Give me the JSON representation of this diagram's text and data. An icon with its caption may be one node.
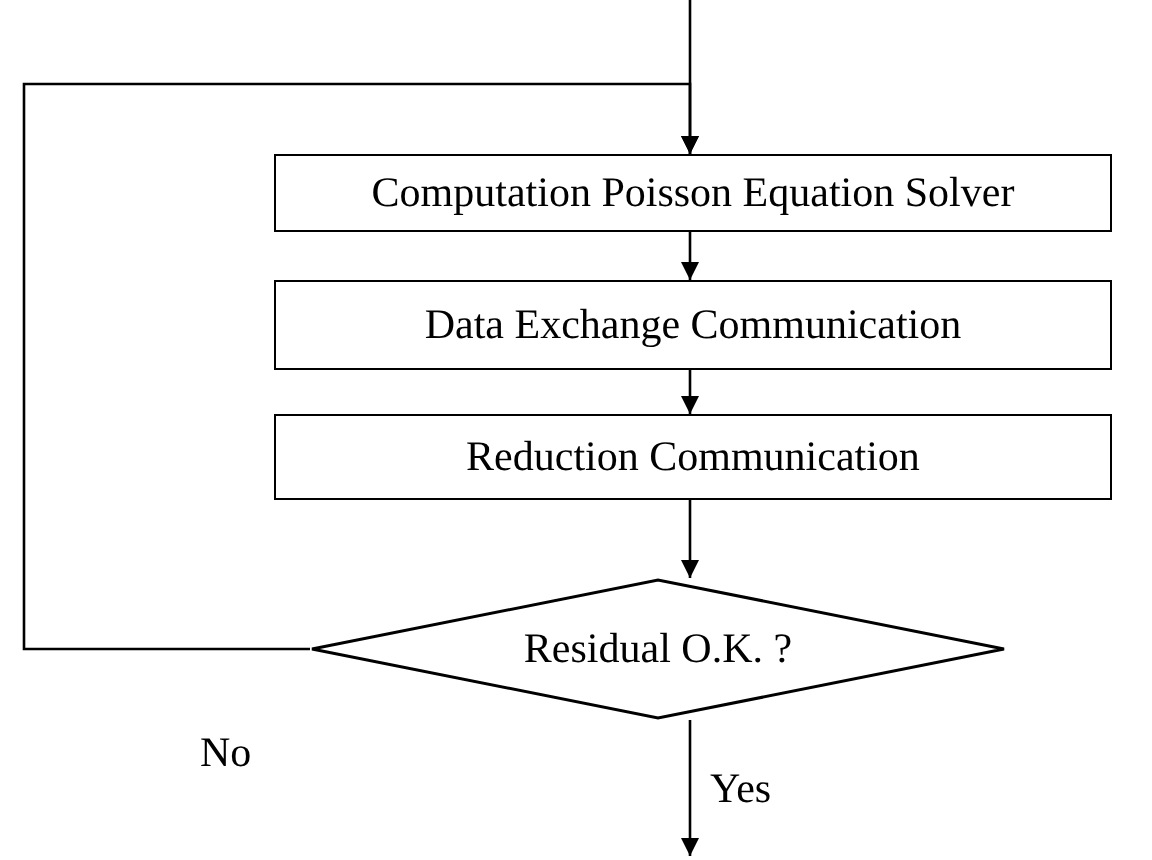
{
  "diagram": {
    "nodes": [
      {
        "text": [
          "Computation Poisson Equation Solver"
        ]
      },
      {
        "text": [
          "Data Exchange Communication"
        ]
      },
      {
        "text": [
          "Reduction Communication"
        ]
      },
      {
        "text": [
          "Residual O.K. ?"
        ]
      }
    ],
    "edges": [
      {
        "from": null,
        "to": 0,
        "arrow": "to"
      },
      {
        "from": 0,
        "to": 1,
        "arrow": "to"
      },
      {
        "from": 1,
        "to": 2,
        "arrow": "to"
      },
      {
        "from": 2,
        "to": 3,
        "arrow": "to"
      },
      {
        "from": 3,
        "to": 0,
        "arrow": "to",
        "label": "No"
      },
      {
        "from": 3,
        "to": null,
        "arrow": "to",
        "label": "Yes"
      }
    ]
  }
}
